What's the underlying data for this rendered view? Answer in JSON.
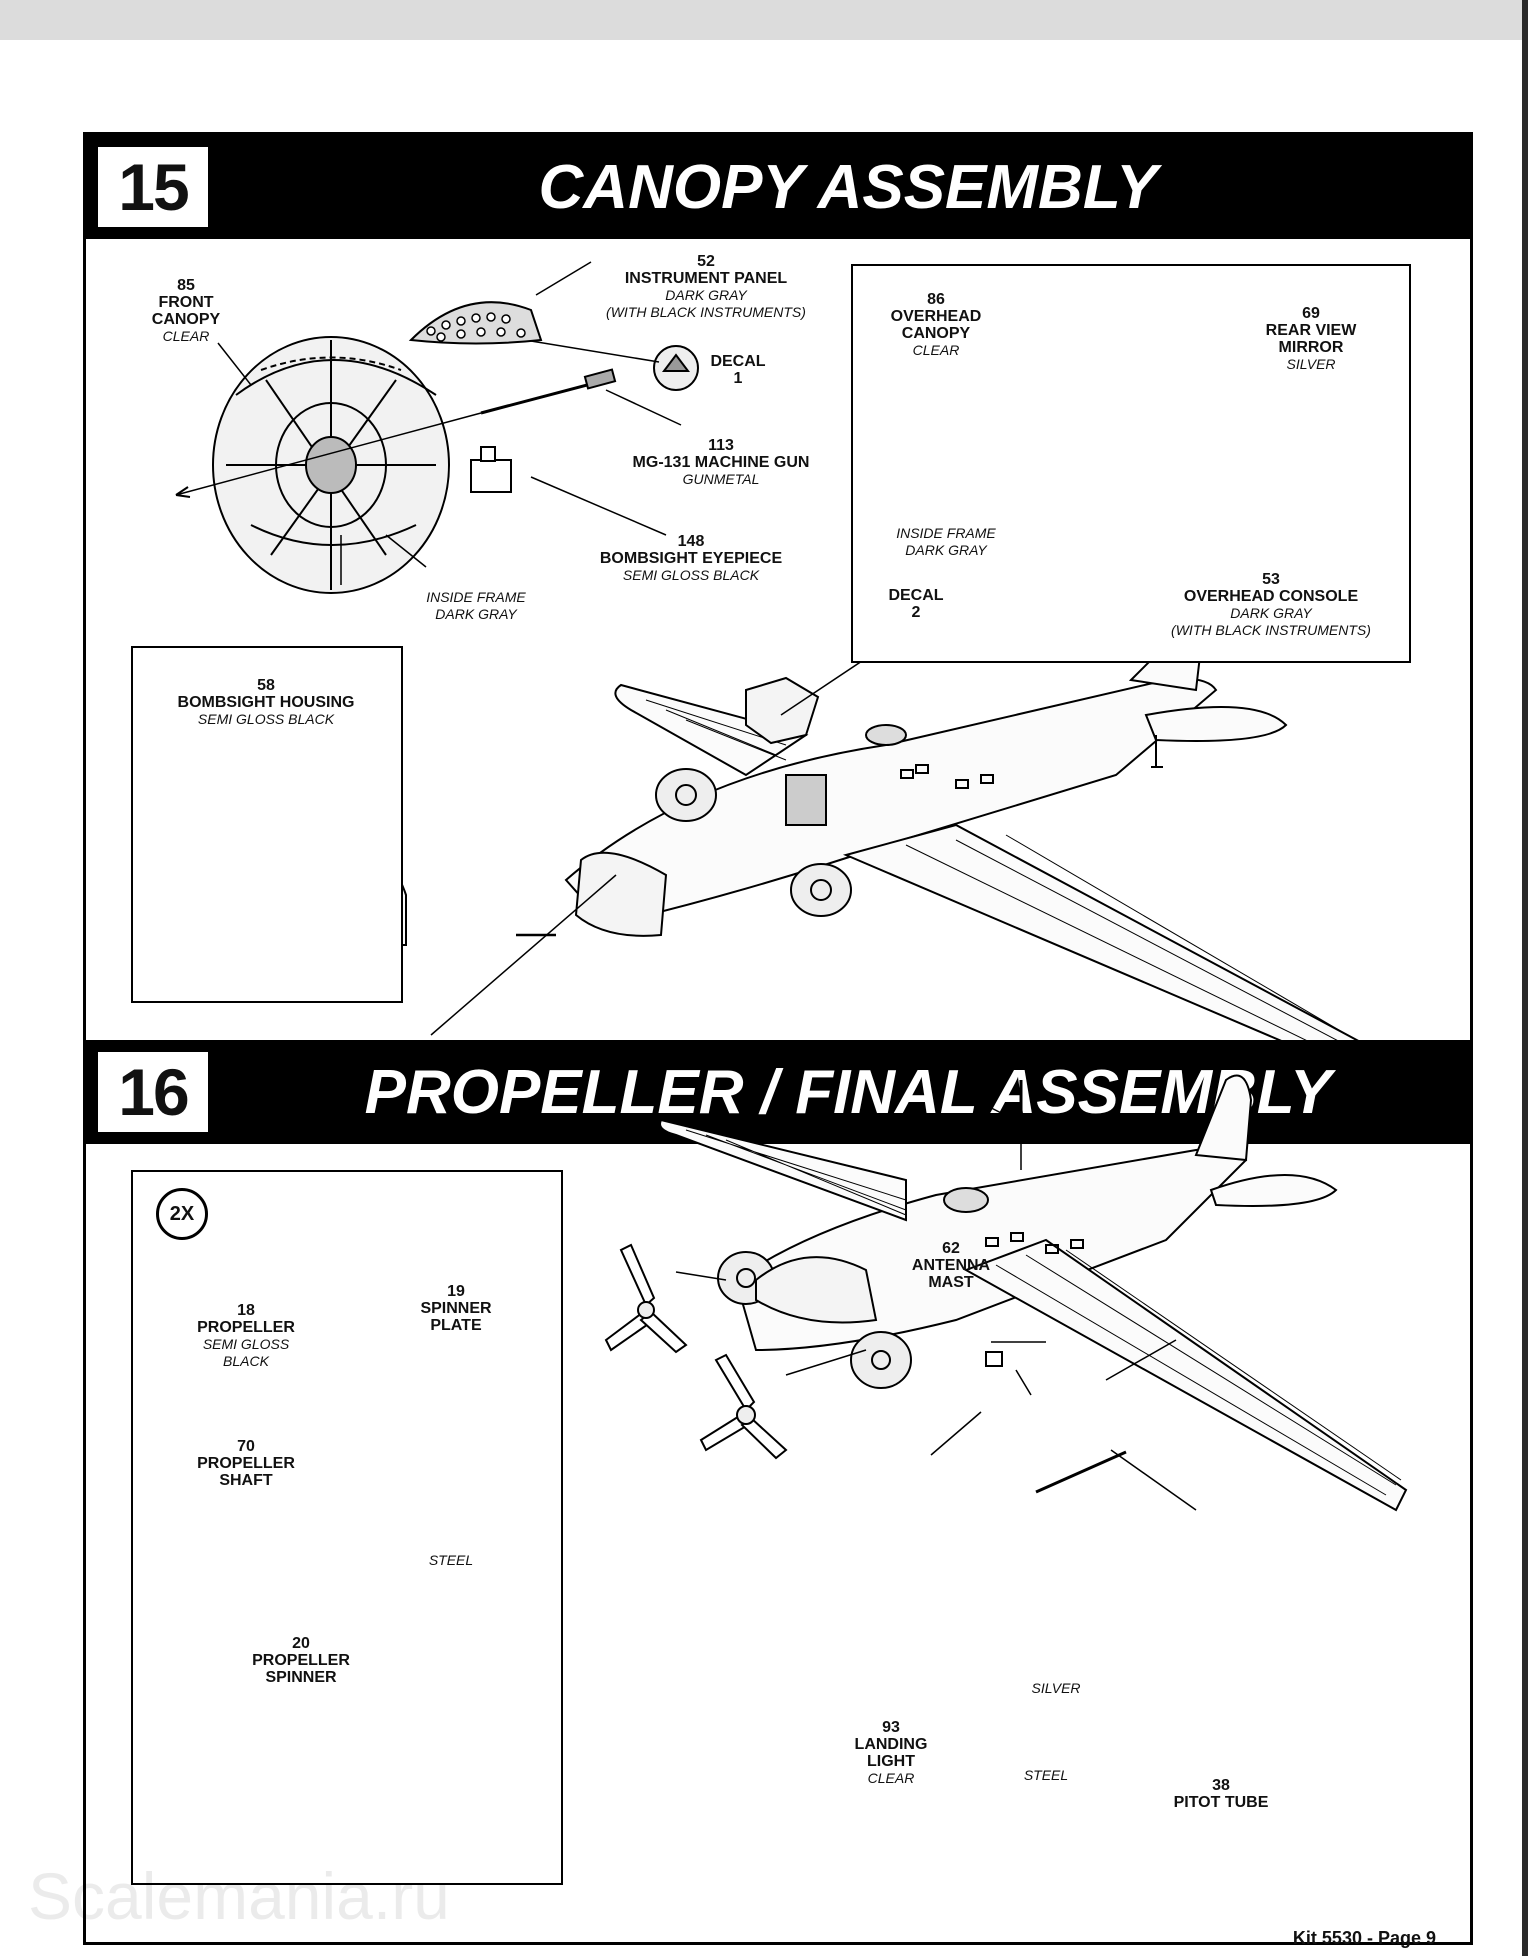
{
  "step15": {
    "number": "15",
    "title": "CANOPY ASSEMBLY",
    "parts": {
      "front_canopy": {
        "num": "85",
        "name": "FRONT CANOPY",
        "finish": "CLEAR"
      },
      "instrument_panel": {
        "num": "52",
        "name": "INSTRUMENT PANEL",
        "finish": "DARK GRAY",
        "finish2": "(WITH BLACK INSTRUMENTS)"
      },
      "decal1": {
        "name": "DECAL",
        "num": "1"
      },
      "machine_gun": {
        "num": "113",
        "name": "MG-131 MACHINE GUN",
        "finish": "GUNMETAL"
      },
      "bombsight_eyepiece": {
        "num": "148",
        "name": "BOMBSIGHT EYEPIECE",
        "finish": "SEMI GLOSS BLACK"
      },
      "inside_frame": {
        "line1": "INSIDE FRAME",
        "line2": "DARK GRAY"
      },
      "bombsight_housing": {
        "num": "58",
        "name": "BOMBSIGHT HOUSING",
        "finish": "SEMI GLOSS BLACK"
      }
    },
    "inset": {
      "overhead_canopy": {
        "num": "86",
        "line1": "OVERHEAD",
        "line2": "CANOPY",
        "finish": "CLEAR"
      },
      "rear_view_mirror": {
        "num": "69",
        "line1": "REAR VIEW",
        "line2": "MIRROR",
        "finish": "SILVER"
      },
      "inside_frame": {
        "line1": "INSIDE FRAME",
        "line2": "DARK GRAY"
      },
      "decal2": {
        "name": "DECAL",
        "num": "2"
      },
      "overhead_console": {
        "num": "53",
        "name": "OVERHEAD CONSOLE",
        "finish": "DARK GRAY",
        "finish2": "(WITH BLACK INSTRUMENTS)"
      }
    }
  },
  "step16": {
    "number": "16",
    "title": "PROPELLER / FINAL ASSEMBLY",
    "inset": {
      "multiplier": "2X",
      "propeller": {
        "num": "18",
        "name": "PROPELLER",
        "finish": "SEMI GLOSS",
        "finish2": "BLACK"
      },
      "spinner_plate": {
        "num": "19",
        "line1": "SPINNER",
        "line2": "PLATE"
      },
      "propeller_shaft": {
        "num": "70",
        "line1": "PROPELLER",
        "line2": "SHAFT"
      },
      "steel": "STEEL",
      "propeller_spinner": {
        "num": "20",
        "line1": "PROPELLER",
        "line2": "SPINNER"
      }
    },
    "parts": {
      "antenna_mast": {
        "num": "62",
        "line1": "ANTENNA",
        "line2": "MAST"
      },
      "landing_light": {
        "num": "93",
        "line1": "LANDING",
        "line2": "LIGHT",
        "finish": "CLEAR"
      },
      "silver": "SILVER",
      "steel": "STEEL",
      "pitot_tube": {
        "num": "38",
        "name": "PITOT TUBE"
      }
    }
  },
  "footer": {
    "text": "Kit 5530 - Page 9"
  },
  "watermark": "Scalemania.ru"
}
